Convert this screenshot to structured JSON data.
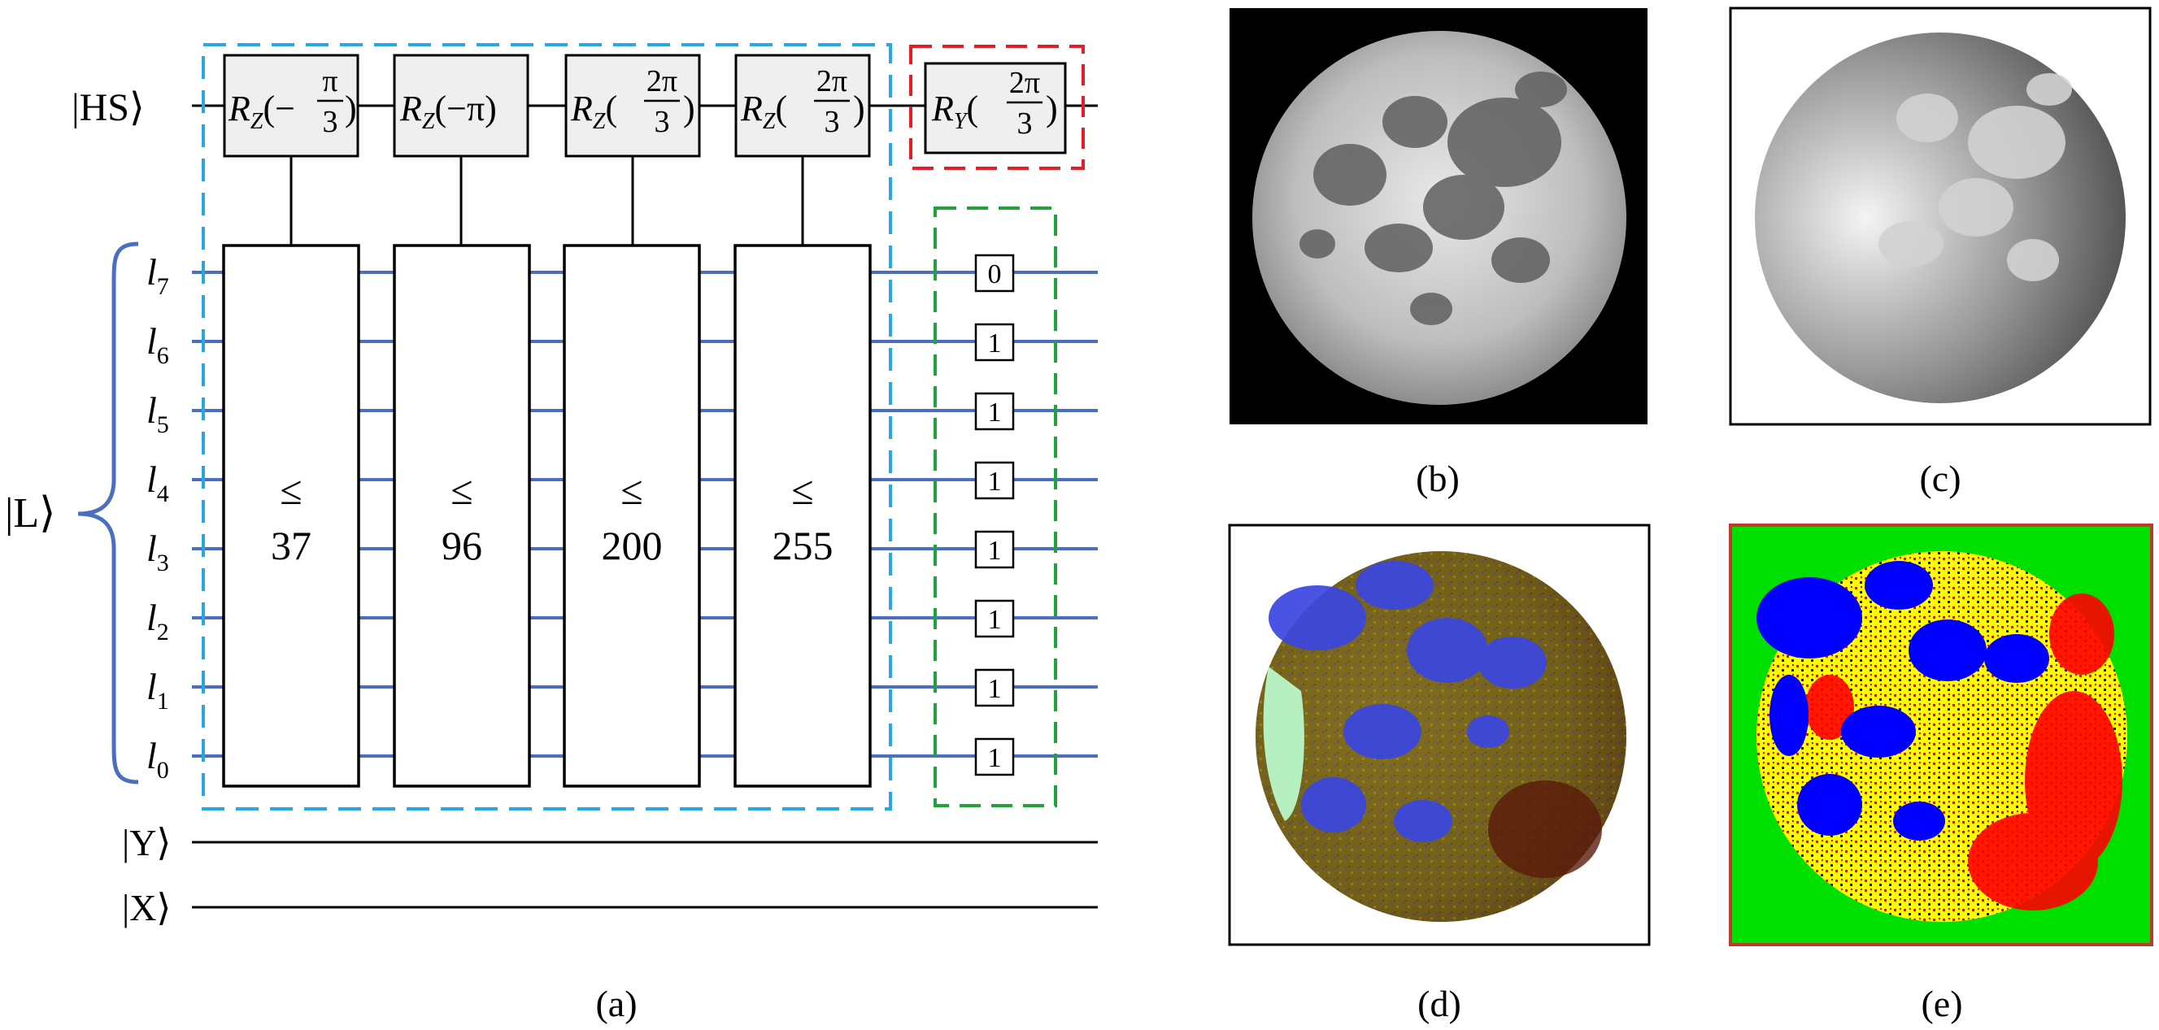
{
  "circuit": {
    "hs_label": "|HS⟩",
    "l_label": "|L⟩",
    "y_label": "|Y⟩",
    "x_label": "|X⟩",
    "qubits": [
      {
        "base": "l",
        "sub": "7"
      },
      {
        "base": "l",
        "sub": "6"
      },
      {
        "base": "l",
        "sub": "5"
      },
      {
        "base": "l",
        "sub": "4"
      },
      {
        "base": "l",
        "sub": "3"
      },
      {
        "base": "l",
        "sub": "2"
      },
      {
        "base": "l",
        "sub": "1"
      },
      {
        "base": "l",
        "sub": "0"
      }
    ],
    "rz_gates": [
      {
        "R": "R",
        "sub": "Z",
        "open": "(",
        "sign": "−",
        "num": "π",
        "den": "3",
        "close": ")"
      },
      {
        "R": "R",
        "sub": "Z",
        "open": "(",
        "plain": "−π",
        "close": ")"
      },
      {
        "R": "R",
        "sub": "Z",
        "open": "(",
        "sign": "",
        "num": "2π",
        "den": "3",
        "close": ")"
      },
      {
        "R": "R",
        "sub": "Z",
        "open": "(",
        "sign": "",
        "num": "2π",
        "den": "3",
        "close": ")"
      }
    ],
    "ry_gate": {
      "R": "R",
      "sub": "Y",
      "open": "(",
      "sign": "",
      "num": "2π",
      "den": "3",
      "close": ")"
    },
    "comparators": [
      {
        "symbol": "≤",
        "value": "37"
      },
      {
        "symbol": "≤",
        "value": "96"
      },
      {
        "symbol": "≤",
        "value": "200"
      },
      {
        "symbol": "≤",
        "value": "255"
      }
    ],
    "bit_values": [
      "0",
      "1",
      "1",
      "1",
      "1",
      "1",
      "1",
      "1"
    ],
    "colors": {
      "blue_box": "#29a8e0",
      "red_box": "#e41e26",
      "green_box": "#1fa33a",
      "qubit_wire": "#4a6fbf",
      "gate_fill": "#efefef"
    }
  },
  "captions": {
    "a": "(a)",
    "b": "(b)",
    "c": "(c)",
    "d": "(d)",
    "e": "(e)"
  },
  "colors": {
    "moon_dark_bg": "#000000",
    "frame_e": "#c0392b",
    "green_bg": "#00e000",
    "seg_blue": "#0000ff",
    "seg_yellow": "#ffff00",
    "seg_red": "#ff0000",
    "olive": "#7a6a1a",
    "maroon": "#5a1a0a"
  }
}
